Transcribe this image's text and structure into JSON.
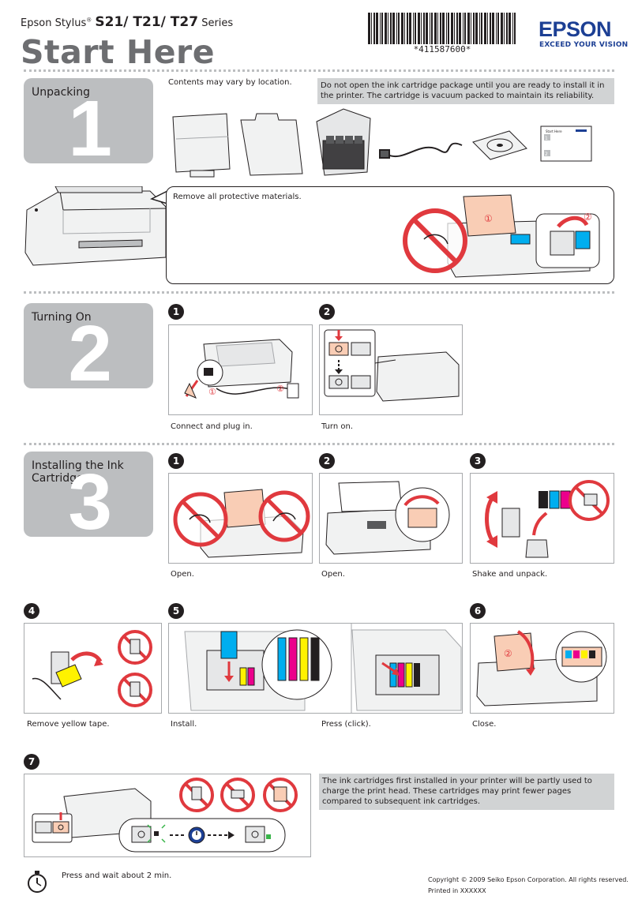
{
  "header": {
    "brand_stylus": "Epson Stylus",
    "reg_mark": "®",
    "models": "S21/ T21/ T27",
    "series": "Series",
    "title": "Start Here",
    "barcode_text": "*411587600*",
    "logo": "EPSON",
    "tagline": "EXCEED YOUR VISION"
  },
  "sections": [
    {
      "label": "Unpacking",
      "number": "1"
    },
    {
      "label": "Turning On",
      "number": "2"
    },
    {
      "label": "Installing the Ink Cartridges",
      "number": "3"
    }
  ],
  "unpacking": {
    "contents_note": "Contents may vary by location.",
    "warning": "Do not open the ink cartridge package until you are ready to install it in the printer. The cartridge is vacuum packed to maintain its reliability.",
    "remove_materials": "Remove all protective materials.",
    "sheet_title": "Start Here",
    "callout_1": "①",
    "callout_2": "②"
  },
  "turning_on": {
    "steps": [
      {
        "badge": "1",
        "caption": "Connect and plug in."
      },
      {
        "badge": "2",
        "caption": "Turn on."
      }
    ],
    "callout_1": "①",
    "callout_2": "②"
  },
  "install": {
    "steps": [
      {
        "badge": "1",
        "caption": "Open."
      },
      {
        "badge": "2",
        "caption": "Open."
      },
      {
        "badge": "3",
        "caption": "Shake and unpack."
      },
      {
        "badge": "4",
        "caption": "Remove yellow tape."
      },
      {
        "badge": "5",
        "caption": "Install."
      },
      {
        "badge": "",
        "caption": "Press (click)."
      },
      {
        "badge": "6",
        "caption": "Close."
      },
      {
        "badge": "7",
        "caption": "Press and wait about 2 min."
      }
    ],
    "charge_note": "The ink cartridges first installed in your printer will be partly used to charge the print head. These cartridges may print fewer pages compared to subsequent ink cartridges.",
    "callout_2": "②"
  },
  "footer": {
    "copyright": "Copyright © 2009 Seiko Epson Corporation. All rights reserved.",
    "printed": "Printed in XXXXXX"
  },
  "colors": {
    "brand_blue": "#1c3f94",
    "tab_gray": "#bcbec0",
    "note_gray": "#d1d3d4",
    "prohibit_red": "#e0393e",
    "cyan": "#00aeef",
    "magenta": "#ec008c",
    "yellow": "#fff200",
    "black": "#231f20",
    "paper_peach": "#f9cdb5"
  },
  "icons": [
    "prohibited-icon",
    "power-button-icon",
    "timer-icon",
    "arrow-icon",
    "green-light-icon"
  ]
}
